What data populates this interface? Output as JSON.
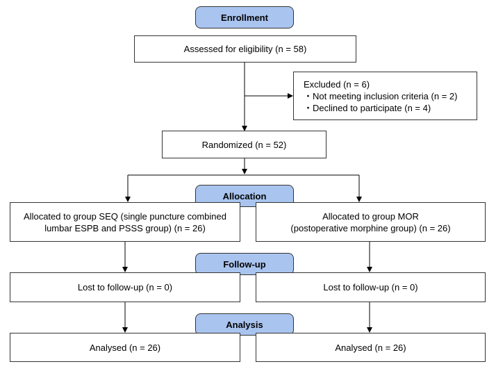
{
  "stages": {
    "enrollment": "Enrollment",
    "allocation": "Allocation",
    "followup": "Follow-up",
    "analysis": "Analysis"
  },
  "assessed": "Assessed for eligibility (n = 58)",
  "excluded": {
    "title": "Excluded (n = 6)",
    "items": [
      "・Not meeting inclusion criteria (n = 2)",
      "・Declined to participate (n = 4)"
    ]
  },
  "randomized": "Randomized (n = 52)",
  "allocated": {
    "left_line1": "Allocated to group SEQ (single puncture combined",
    "left_line2": "lumbar ESPB and PSSS group) (n = 26)",
    "right_line1": "Allocated to group MOR",
    "right_line2": "(postoperative morphine group) (n = 26)"
  },
  "followup": {
    "left": "Lost to follow-up (n = 0)",
    "right": "Lost to follow-up (n = 0)"
  },
  "analysis": {
    "left": "Analysed (n = 26)",
    "right": "Analysed (n = 26)"
  }
}
